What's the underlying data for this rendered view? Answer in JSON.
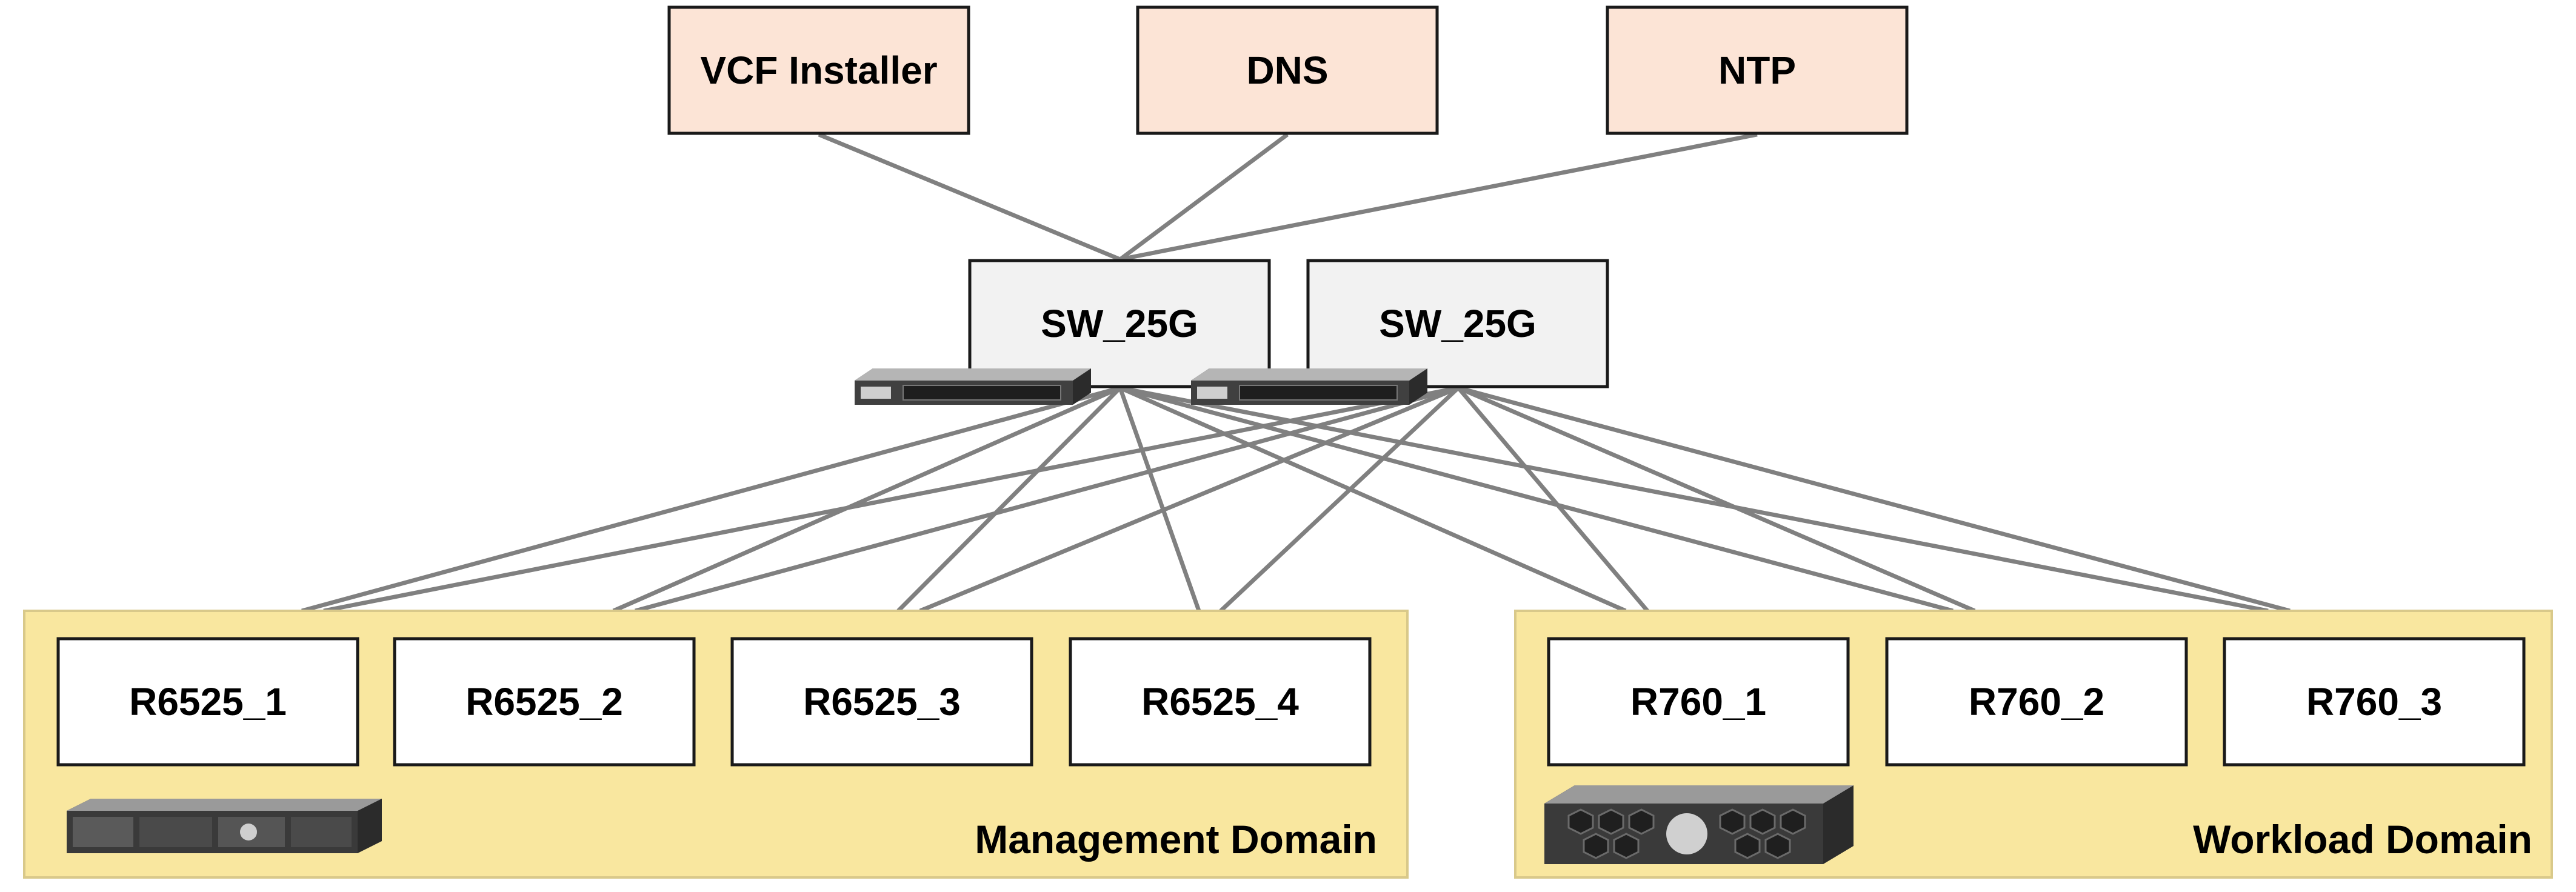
{
  "colors": {
    "service_fill": "#fce4d6",
    "switch_fill": "#f2f2f2",
    "server_fill": "#ffffff",
    "domain_fill": "#f9e79f",
    "link": "#808080",
    "border": "#1a1a1a"
  },
  "services": [
    {
      "label": "VCF Installer"
    },
    {
      "label": "DNS"
    },
    {
      "label": "NTP"
    }
  ],
  "switches": [
    {
      "label": "SW_25G",
      "icon": "network-switch-icon"
    },
    {
      "label": "SW_25G",
      "icon": "network-switch-icon"
    }
  ],
  "domains": [
    {
      "label": "Management Domain",
      "icon": "rack-server-1u-icon",
      "servers": [
        {
          "label": "R6525_1"
        },
        {
          "label": "R6525_2"
        },
        {
          "label": "R6525_3"
        },
        {
          "label": "R6525_4"
        }
      ]
    },
    {
      "label": "Workload Domain",
      "icon": "rack-server-2u-icon",
      "servers": [
        {
          "label": "R760_1"
        },
        {
          "label": "R760_2"
        },
        {
          "label": "R760_3"
        }
      ]
    }
  ]
}
